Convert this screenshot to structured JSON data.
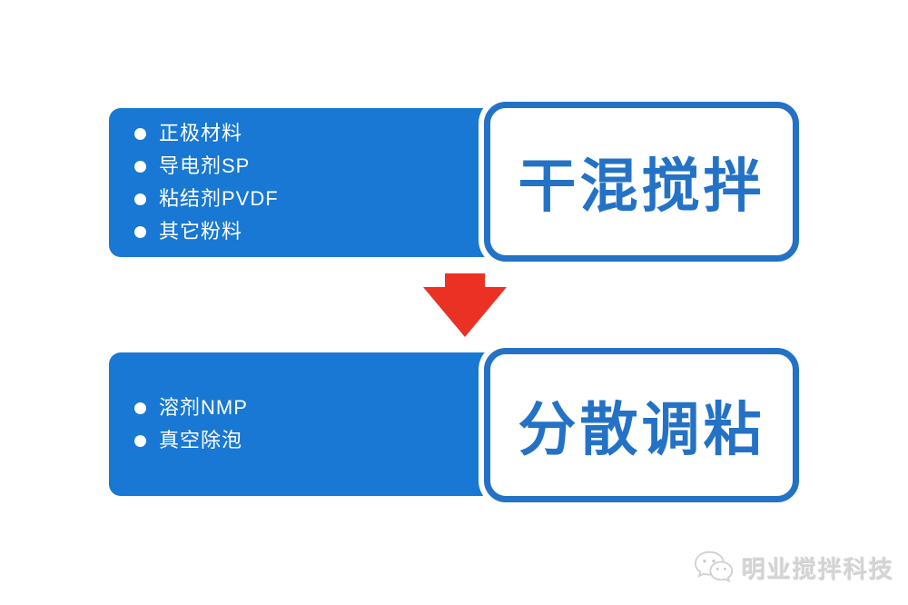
{
  "theme": {
    "bar_blue": "#1878d3",
    "card_blue": "#2472c6",
    "arrow_red": "#ea3123",
    "bullet_white": "#ffffff",
    "watermark_gray": "#d3d3d3",
    "page_bg": "#ffffff"
  },
  "diagram": {
    "steps": [
      {
        "title": "干混搅拌",
        "items": [
          "正极材料",
          "导电剂SP",
          "粘结剂PVDF",
          "其它粉料"
        ]
      },
      {
        "title": "分散调粘",
        "items": [
          "溶剂NMP",
          "真空除泡"
        ]
      }
    ],
    "arrow": {
      "direction": "down"
    },
    "watermark": {
      "text": "明业搅拌科技",
      "icon": "wechat-icon"
    }
  }
}
